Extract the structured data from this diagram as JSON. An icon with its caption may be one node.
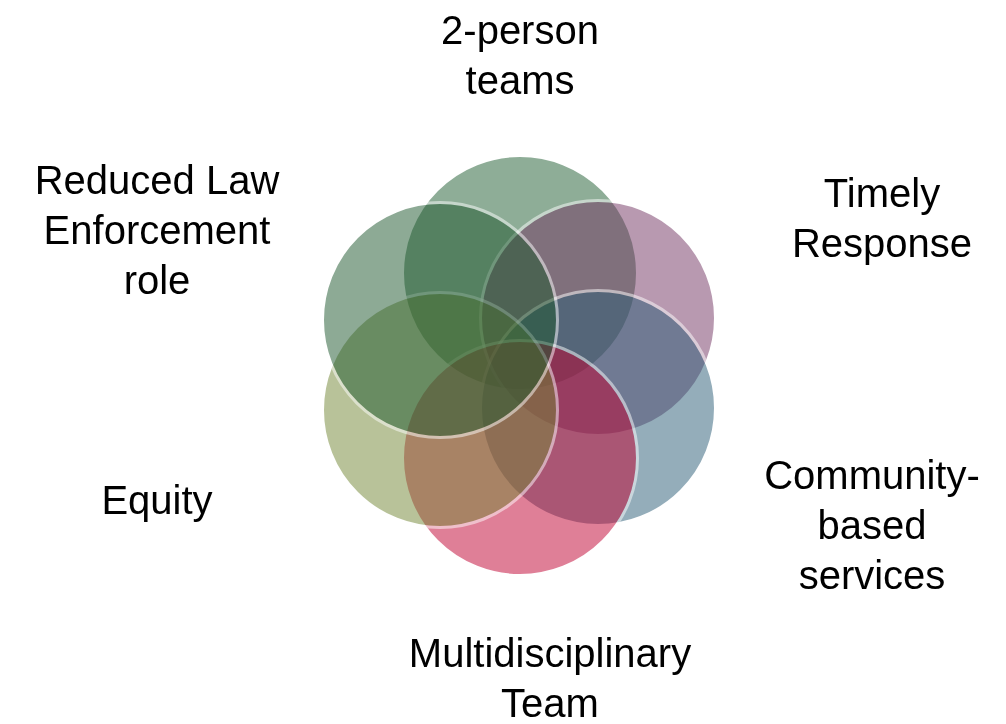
{
  "diagram": {
    "nodes": [
      {
        "text": [],
        "shape": "circle",
        "beside": [
          "2-person teams"
        ]
      },
      {
        "text": [],
        "shape": "circle",
        "beside": [
          "Timely Response"
        ]
      },
      {
        "text": [],
        "shape": "circle",
        "beside": [
          "Community-based services"
        ]
      },
      {
        "text": [],
        "shape": "circle",
        "beside": [
          "Multidisciplinary Team"
        ]
      },
      {
        "text": [],
        "shape": "circle",
        "beside": [
          "Equity"
        ]
      },
      {
        "text": [],
        "shape": "circle",
        "beside": [
          "Reduced Law Enforcement role"
        ]
      }
    ]
  }
}
